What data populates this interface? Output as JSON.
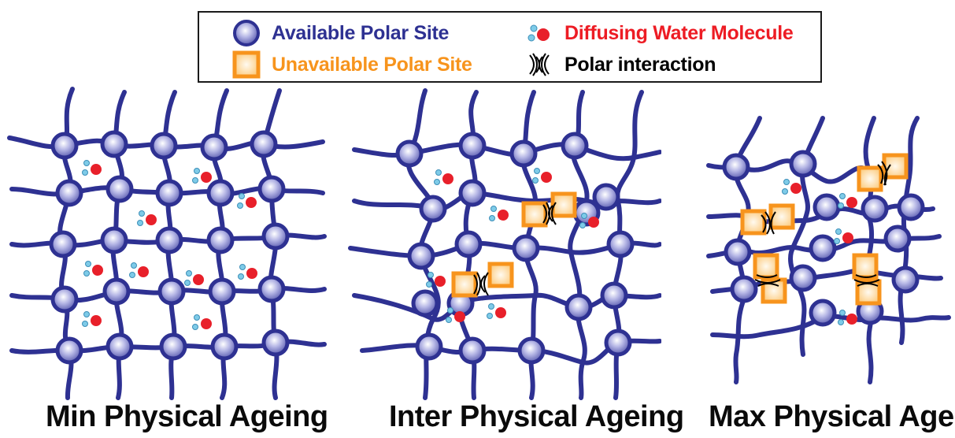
{
  "legend": {
    "available": "Available Polar Site",
    "unavailable": "Unavailable Polar Site",
    "water": "Diffusing Water Molecule",
    "interaction": "Polar interaction"
  },
  "colors": {
    "available_text": "#2e3192",
    "unavailable_text": "#f7941d",
    "water_text": "#ed1c24",
    "interaction_text": "#000000",
    "chain": "#2e3192",
    "site_fill": "#c7c8ec",
    "square_border": "#f7941d",
    "square_fill": "#fde2b8",
    "water_o": "#e8202a",
    "water_h": "#7ecbe8"
  },
  "panels": [
    {
      "caption": "Min Physical Ageing"
    },
    {
      "caption": "Inter Physical Ageing"
    },
    {
      "caption": "Max Physical Ageing"
    }
  ]
}
